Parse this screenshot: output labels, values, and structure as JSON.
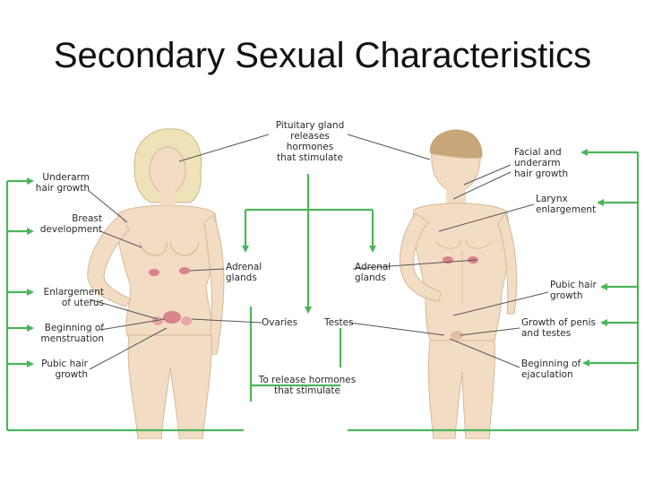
{
  "slide": {
    "title": "Secondary Sexual Characteristics"
  },
  "diagram": {
    "top": {
      "pituitary": "Pituitary gland\nreleases\nhormones\nthat stimulate"
    },
    "female": {
      "underarm": "Underarm\nhair growth",
      "breast": "Breast\ndevelopment",
      "adrenal": "Adrenal\nglands",
      "uterus": "Enlargement\nof uterus",
      "menstruation": "Beginning of\nmenstruation",
      "pubic": "Pubic hair\ngrowth",
      "ovaries": "Ovaries"
    },
    "male": {
      "facial": "Facial and\nunderarm\nhair growth",
      "larynx": "Larynx\nenlargement",
      "adrenal": "Adrenal\nglands",
      "pubic": "Pubic hair\ngrowth",
      "penis": "Growth of penis\nand testes",
      "ejaculation": "Beginning of\nejaculation",
      "testes": "Testes"
    },
    "bottom": {
      "release": "To release hormones\nthat stimulate"
    },
    "colors": {
      "arrow": "#4db45a",
      "leader": "#555555",
      "skin": "#f3dcc4",
      "skin_shade": "#e2bfa0",
      "hair": "#efe2b8",
      "male_hair": "#c9a57a",
      "organ": "#d9848a"
    }
  }
}
